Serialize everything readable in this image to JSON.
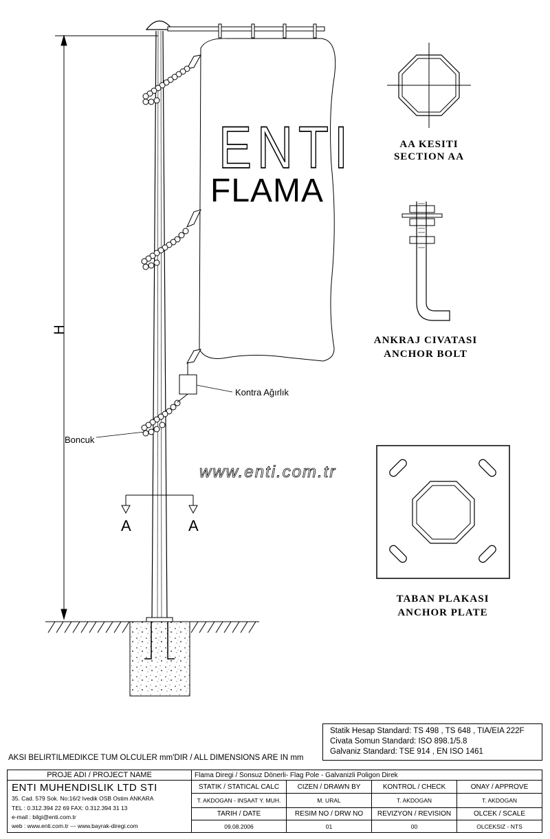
{
  "labels": {
    "enti_logo": "ENTI",
    "flama": "FLAMA",
    "kontra": "Kontra Ağırlık",
    "boncuk": "Boncuk",
    "website_watermark": "www.enti.com.tr",
    "section_mark_left": "A",
    "section_mark_right": "A",
    "height_label": "H"
  },
  "details": {
    "section_aa": [
      "AA KESITI",
      "SECTION AA"
    ],
    "anchor_bolt": [
      "ANKRAJ CIVATASI",
      "ANCHOR BOLT"
    ],
    "anchor_plate": [
      "TABAN PLAKASI",
      "ANCHOR PLATE"
    ]
  },
  "standards": [
    "Statik Hesap Standard: TS 498 , TS 648 , TIA/EIA 222F",
    "Civata Somun Standard: ISO 898.1/5.8",
    "Galvaniz Standard: TSE 914 , EN ISO 1461"
  ],
  "note": "AKSI BELIRTILMEDIKCE TUM OLCULER mm'DIR / ALL DIMENSIONS ARE IN mm",
  "title_block": {
    "project_name_label": "PROJE ADI / PROJECT NAME",
    "project_name_value": "Flama Diregi / Sonsuz Dönerli- Flag Pole - Galvanizli Poligon Direk",
    "company": "ENTI MUHENDISLIK LTD STI",
    "address": "35. Cad. 579 Sok. No:16/2 Ivedik OSB Ostim ANKARA",
    "phone": "TEL : 0.312.394 22 69  FAX: 0.312.394 31 13",
    "email": "e-mail : bilgi@enti.com.tr",
    "web": "web    : www.enti.com.tr   ---   www.bayrak-diregi.com",
    "static_calc_label": "STATIK / STATICAL CALC",
    "static_calc_value": "T. AKDOGAN - INSAAT Y. MUH.",
    "drawn_by_label": "CIZEN / DRAWN BY",
    "drawn_by_value": "M. URAL",
    "check_label": "KONTROL / CHECK",
    "check_value": "T. AKDOGAN",
    "approve_label": "ONAY / APPROVE",
    "approve_value": "T. AKDOGAN",
    "date_label": "TARIH / DATE",
    "date_value": "09.08.2006",
    "drw_no_label": "RESIM NO / DRW NO",
    "drw_no_value": "01",
    "revision_label": "REVIZYON / REVISION",
    "revision_value": "00",
    "scale_label": "OLCEK / SCALE",
    "scale_value": "OLCEKSIZ - NTS"
  }
}
